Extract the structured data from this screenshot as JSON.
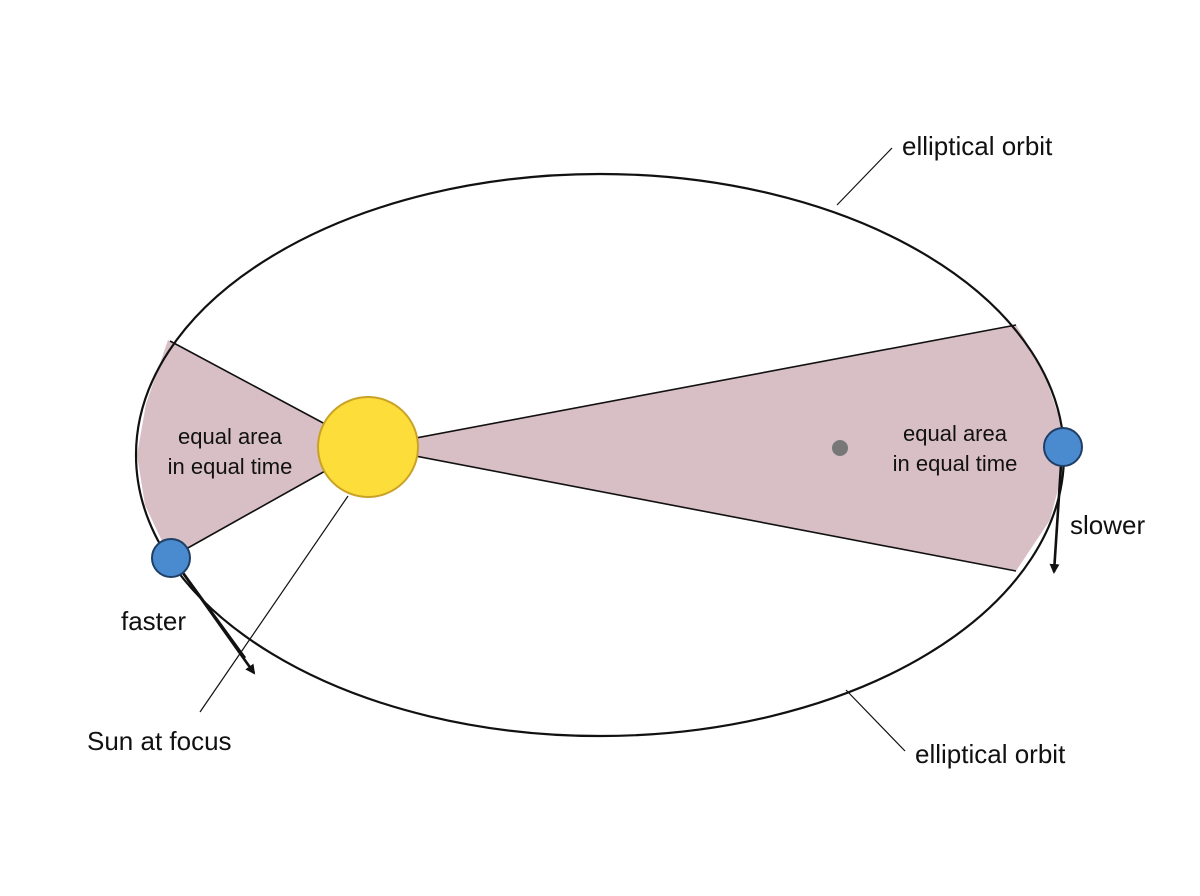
{
  "labels": {
    "orbit_top": "elliptical orbit",
    "orbit_bottom": "elliptical orbit",
    "area_left_line1": "equal area",
    "area_left_line2": "in equal time",
    "area_right_line1": "equal area",
    "area_right_line2": "in equal time",
    "faster": "faster",
    "slower": "slower",
    "sun": "Sun at focus"
  },
  "colors": {
    "sector_fill": "#d8bfc6",
    "sun_fill": "#fddd3a",
    "sun_stroke": "#c9a227",
    "planet_fill": "#4a8bd0",
    "planet_stroke": "#1f3f66",
    "empty_focus": "#777777",
    "line": "#111111"
  }
}
